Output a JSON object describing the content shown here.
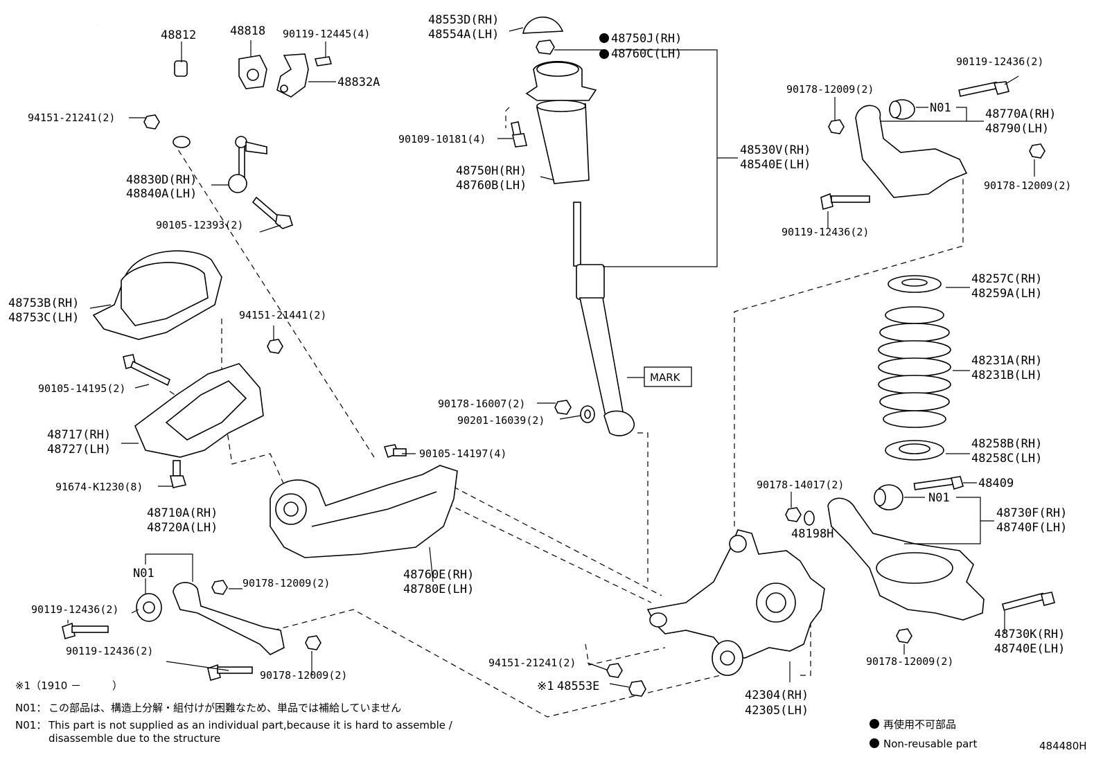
{
  "figure_id": "484480H",
  "parts": {
    "stabilizer_bar": "48812",
    "stabilizer_bushing": "48818",
    "bolt_stab_bracket": "90119-12445(4)",
    "stab_bracket": "48832A",
    "nut_stab": "94151-21241(2)",
    "stab_link_rh": "48830D(RH)",
    "stab_link_lh": "48840A(LH)",
    "bolt_stab_link": "90105-12393(2)",
    "insulator_cap_rh": "48553D(RH)",
    "insulator_cap_lh": "48554A(LH)",
    "nut_top_rh": "48750J(RH)",
    "nut_top_lh": "48760C(LH)",
    "bolt_shock_mount": "90109-10181(4)",
    "dust_boot_rh": "48750H(RH)",
    "dust_boot_lh": "48760B(LH)",
    "shock_absorber_rh": "48530V(RH)",
    "shock_absorber_lh": "48540E(LH)",
    "mark": "MARK",
    "nut_shock_lower": "90178-16007(2)",
    "washer_shock": "90201-16039(2)",
    "nut_upper_arm_a": "90178-12009(2)",
    "bushing_upper": "N01",
    "bolt_upper_arm_top": "90119-12436(2)",
    "upper_arm_rh": "48770A(RH)",
    "upper_arm_lh": "48790(LH)",
    "nut_upper_arm_b": "90178-12009(2)",
    "bolt_upper_arm_bottom": "90119-12436(2)",
    "spring_insulator_upper_rh": "48257C(RH)",
    "spring_insulator_upper_lh": "48259A(LH)",
    "coil_spring_rh": "48231A(RH)",
    "coil_spring_lh": "48231B(LH)",
    "spring_insulator_lower_rh": "48258B(RH)",
    "spring_insulator_lower_lh": "48258C(LH)",
    "bolt_lower_arm": "48409",
    "bushing_lower": "N01",
    "lower_arm_rh": "48730F(RH)",
    "lower_arm_lh": "48740F(LH)",
    "nut_lower_arm": "90178-14017(2)",
    "washer_lower_arm": "48198H",
    "bolt_lower_arm_b_rh": "48730K(RH)",
    "bolt_lower_arm_b_lh": "48740E(LH)",
    "nut_lower_arm_b": "90178-12009(2)",
    "knuckle_rh": "42304(RH)",
    "knuckle_lh": "42305(LH)",
    "nut_knuckle": "94151-21241(2)",
    "nut_knuckle_marker": "※1",
    "nut_knuckle_part": "48553E",
    "member_brace_rh": "48753B(RH)",
    "member_brace_lh": "48753C(LH)",
    "nut_bracket": "94151-21441(2)",
    "bolt_bracket": "90105-14195(2)",
    "bracket_rh": "48717(RH)",
    "bracket_lh": "48727(LH)",
    "bolt_bracket_small": "91674-K1230(8)",
    "bolt_trailing": "90105-14197(4)",
    "trailing_arm_rh": "48760E(RH)",
    "trailing_arm_lh": "48780E(LH)",
    "toe_arm_rh": "48710A(RH)",
    "toe_arm_lh": "48720A(LH)",
    "toe_bushing": "N01",
    "nut_toe": "90178-12009(2)",
    "bolt_toe_a": "90119-12436(2)",
    "bolt_toe_b": "90119-12436(2)",
    "nut_toe_b": "90178-12009(2)"
  },
  "notes": {
    "footnote_1": "※1（1910 －　　　）",
    "n01_jp_code": "N01：",
    "n01_jp_text": "この部品は、構造上分解・組付けが困難なため、単品では補給していません",
    "n01_en_code": "N01：",
    "n01_en_line1": "This part is not supplied as an individual part,because it is hard to assemble /",
    "n01_en_line2": "disassemble due to the structure",
    "legend_jp": "再使用不可部品",
    "legend_en": "Non-reusable part"
  }
}
